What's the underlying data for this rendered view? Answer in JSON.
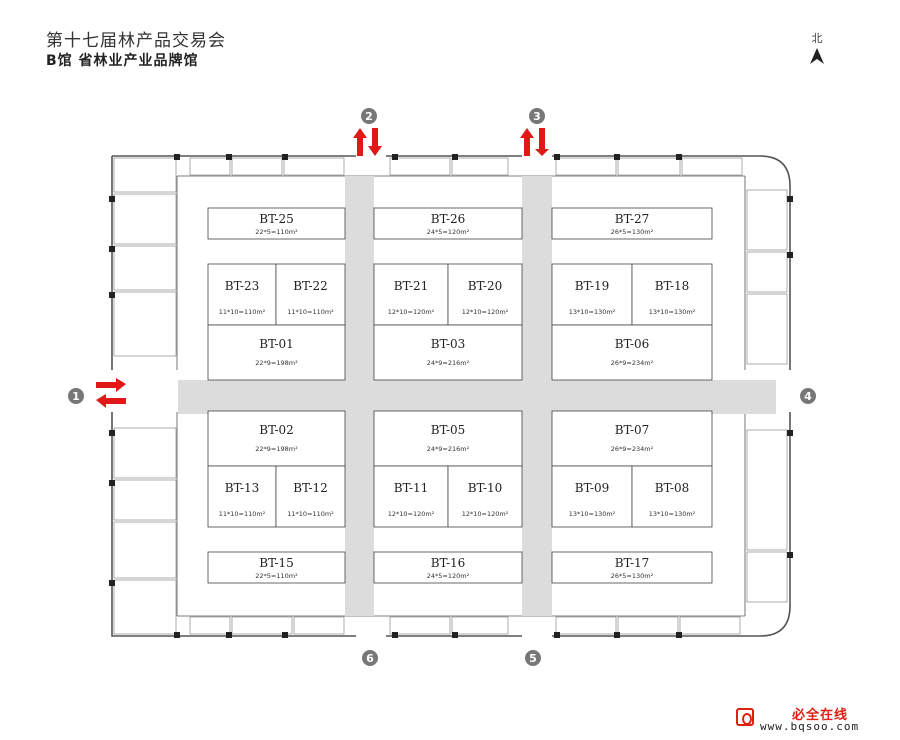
{
  "header": {
    "title": "第十七届林产品交易会",
    "subtitle": "B馆  省林业产业品牌馆"
  },
  "compass": {
    "label": "北"
  },
  "booths": [
    {
      "id": "BT-25",
      "size": "22*5=110m²"
    },
    {
      "id": "BT-26",
      "size": "24*5=120m²"
    },
    {
      "id": "BT-27",
      "size": "26*5=130m²"
    },
    {
      "id": "BT-23",
      "size": "11*10=110m²"
    },
    {
      "id": "BT-22",
      "size": "11*10=110m²"
    },
    {
      "id": "BT-21",
      "size": "12*10=120m²"
    },
    {
      "id": "BT-20",
      "size": "12*10=120m²"
    },
    {
      "id": "BT-19",
      "size": "13*10=130m²"
    },
    {
      "id": "BT-18",
      "size": "13*10=130m²"
    },
    {
      "id": "BT-01",
      "size": "22*9=198m²"
    },
    {
      "id": "BT-03",
      "size": "24*9=216m²"
    },
    {
      "id": "BT-06",
      "size": "26*9=234m²"
    },
    {
      "id": "BT-02",
      "size": "22*9=198m²"
    },
    {
      "id": "BT-05",
      "size": "24*9=216m²"
    },
    {
      "id": "BT-07",
      "size": "26*9=234m²"
    },
    {
      "id": "BT-13",
      "size": "11*10=110m²"
    },
    {
      "id": "BT-12",
      "size": "11*10=110m²"
    },
    {
      "id": "BT-11",
      "size": "12*10=120m²"
    },
    {
      "id": "BT-10",
      "size": "12*10=120m²"
    },
    {
      "id": "BT-09",
      "size": "13*10=130m²"
    },
    {
      "id": "BT-08",
      "size": "13*10=130m²"
    },
    {
      "id": "BT-15",
      "size": "22*5=110m²"
    },
    {
      "id": "BT-16",
      "size": "24*5=120m²"
    },
    {
      "id": "BT-17",
      "size": "26*5=130m²"
    }
  ],
  "gates": [
    {
      "number": "1"
    },
    {
      "number": "2"
    },
    {
      "number": "3"
    },
    {
      "number": "4"
    },
    {
      "number": "5"
    },
    {
      "number": "6"
    }
  ],
  "colors": {
    "aisle": "#dcdcdc",
    "wall": "#555555",
    "arrow": "#e01818",
    "gate_badge": "#777777",
    "watermark_red": "#d21111"
  },
  "watermark": {
    "icon": "brand-logo-icon",
    "name": "必全在线",
    "url": "www.bqsoo.com"
  }
}
